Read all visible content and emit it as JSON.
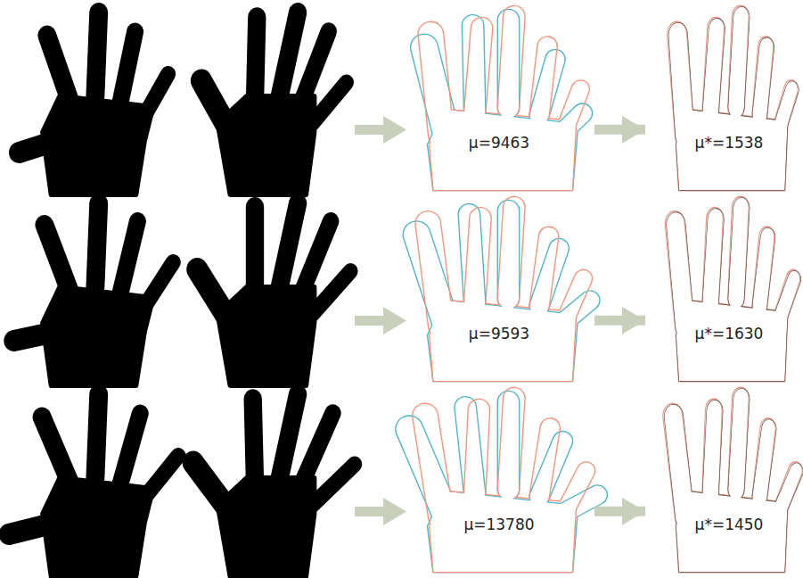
{
  "diagram": {
    "nodes": [
      {
        "text": [
          "μ=9463"
        ]
      },
      {
        "text": [
          "μ*=1538"
        ]
      },
      {
        "text": [
          "μ=9593"
        ]
      },
      {
        "text": [
          "μ*=1630"
        ]
      },
      {
        "text": [
          "μ=13780"
        ]
      },
      {
        "text": [
          "μ*=1450"
        ]
      }
    ],
    "edges": [
      {
        "from": 0,
        "to": 1,
        "arrow": "to"
      },
      {
        "from": 2,
        "to": 3,
        "arrow": "to"
      },
      {
        "from": 4,
        "to": 5,
        "arrow": "to"
      }
    ]
  }
}
